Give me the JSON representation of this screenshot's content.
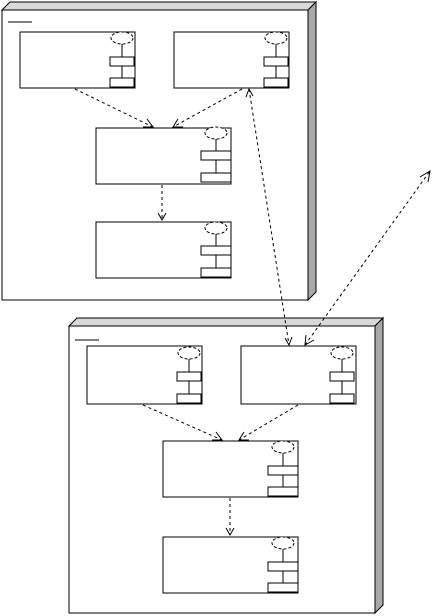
{
  "diagram": {
    "type": "uml-deployment",
    "nodes": [
      {
        "id": "node-1",
        "label": "",
        "components": [
          "n1-c1",
          "n1-c2",
          "n1-c3",
          "n1-c4"
        ]
      },
      {
        "id": "node-2",
        "label": "",
        "components": [
          "n2-c1",
          "n2-c2",
          "n2-c3",
          "n2-c4"
        ]
      }
    ],
    "components": [
      {
        "id": "n1-c1",
        "label": ""
      },
      {
        "id": "n1-c2",
        "label": ""
      },
      {
        "id": "n1-c3",
        "label": ""
      },
      {
        "id": "n1-c4",
        "label": ""
      },
      {
        "id": "n2-c1",
        "label": ""
      },
      {
        "id": "n2-c2",
        "label": ""
      },
      {
        "id": "n2-c3",
        "label": ""
      },
      {
        "id": "n2-c4",
        "label": ""
      }
    ],
    "dependencies": [
      {
        "from": "n1-c1",
        "to": "n1-c3",
        "bidirectional": false
      },
      {
        "from": "n1-c2",
        "to": "n1-c3",
        "bidirectional": false
      },
      {
        "from": "n1-c3",
        "to": "n1-c4",
        "bidirectional": false
      },
      {
        "from": "n1-c2",
        "to": "n2-c1",
        "bidirectional": true
      },
      {
        "from": "n2-c2",
        "to": "external",
        "bidirectional": true
      },
      {
        "from": "n2-c1",
        "to": "n2-c3",
        "bidirectional": false
      },
      {
        "from": "n2-c2",
        "to": "n2-c3",
        "bidirectional": false
      },
      {
        "from": "n2-c3",
        "to": "n2-c4",
        "bidirectional": false
      }
    ],
    "colors": {
      "stroke": "#000000",
      "face": "#ffffff",
      "node_top": "#d9d9d9",
      "node_side": "#a8a8a8"
    }
  }
}
